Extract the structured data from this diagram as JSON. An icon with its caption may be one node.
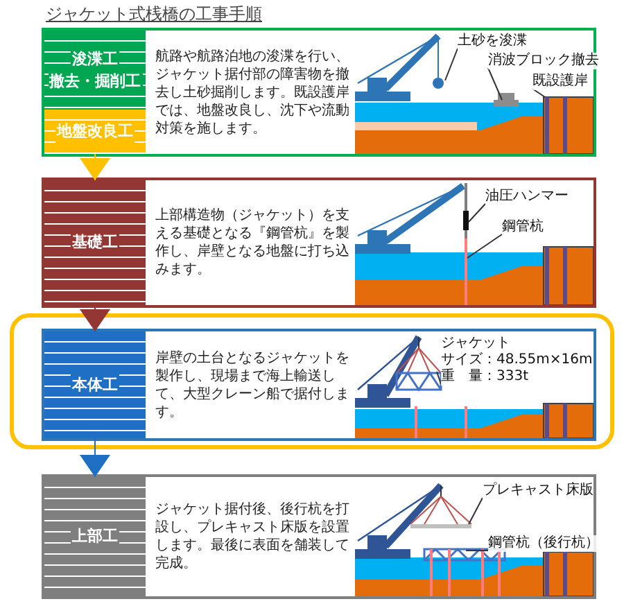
{
  "diagram": {
    "title": "ジャケット式桟橋の工事手順",
    "nodes": [
      {
        "text": [
          "航路や航路泊地の浚渫を行い、ジャケット据付部の障害物を撤去し土砂掘削します。既設護岸では、地盤改良し、沈下や流動対策を施します。"
        ]
      },
      {
        "text": [
          "浚渫工",
          "撤去・掘削工"
        ],
        "in": 0
      },
      {
        "text": [
          "地盤改良工"
        ],
        "in": 0
      },
      {
        "text": [
          "土砂を浚渫"
        ],
        "in": 0
      },
      {
        "text": [
          "消波ブロック撤去"
        ],
        "in": 0
      },
      {
        "text": [
          "既設護岸"
        ],
        "in": 0
      },
      {
        "text": [
          "上部構造物（ジャケット）を支える基礎となる『鋼管杭』を製作し、岸壁となる地盤に打ち込みます。"
        ]
      },
      {
        "text": [
          "基礎工"
        ],
        "in": 6
      },
      {
        "text": [
          "油圧ハンマー"
        ],
        "in": 6
      },
      {
        "text": [
          "鋼管杭"
        ],
        "in": 6
      },
      {
        "text": [],
        "shape": "box"
      },
      {
        "text": [
          "岸壁の土台となるジャケットを製作し、現場まで海上輸送して、大型クレーン船で据付します。"
        ],
        "in": 10
      },
      {
        "text": [
          "本体工"
        ],
        "in": 11
      },
      {
        "text": [
          "ジャケット",
          "サイズ：48.55m×16m",
          "重　量：333t"
        ],
        "in": 11
      },
      {
        "text": [
          "ジャケット据付後、後行杭を打設し、プレキャスト床版を設置します。最後に表面を舗装して完成。"
        ]
      },
      {
        "text": [
          "上部工"
        ],
        "in": 14
      },
      {
        "text": [
          "プレキャスト床版"
        ],
        "in": 14
      },
      {
        "text": [
          "鋼管杭（後行杭）"
        ],
        "in": 14
      }
    ],
    "edges": [
      {
        "from": 2,
        "to": 7,
        "arrow": "to",
        "color": "#ffc000"
      },
      {
        "from": 7,
        "to": 12,
        "arrow": "to",
        "color": "#943634"
      },
      {
        "from": 12,
        "to": 15,
        "arrow": "to",
        "color": "#1f6fc5"
      },
      {
        "from": 3,
        "to": null,
        "arrow": "none"
      },
      {
        "from": 4,
        "to": null,
        "arrow": "none"
      },
      {
        "from": 5,
        "to": null,
        "arrow": "none"
      },
      {
        "from": 8,
        "to": null,
        "arrow": "none"
      },
      {
        "from": 9,
        "to": null,
        "arrow": "none"
      },
      {
        "from": 13,
        "to": null,
        "arrow": "none"
      },
      {
        "from": 16,
        "to": null,
        "arrow": "none"
      },
      {
        "from": 17,
        "to": null,
        "arrow": "none"
      }
    ]
  }
}
